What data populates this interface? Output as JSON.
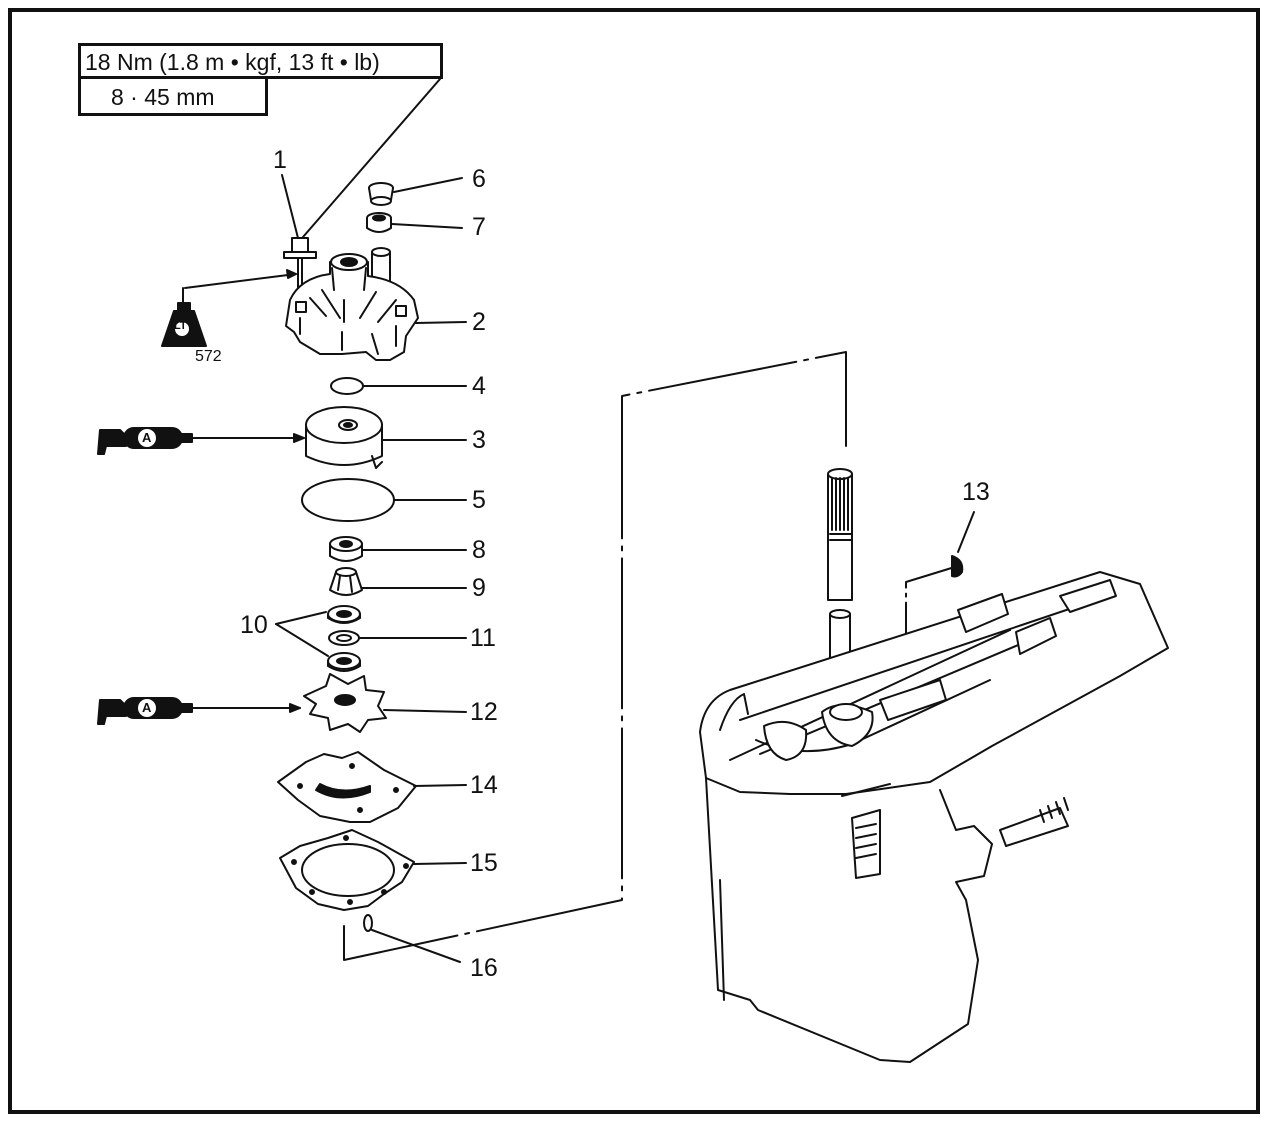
{
  "spec": {
    "torque": "18 Nm (1.8 m • kgf, 13 ft • lb)",
    "bolt": "8 ·  45 mm"
  },
  "sealant": {
    "symbol": "LT",
    "code": "572"
  },
  "grease": {
    "symbol": "A"
  },
  "callouts": {
    "c1": "1",
    "c2": "2",
    "c3": "3",
    "c4": "4",
    "c5": "5",
    "c6": "6",
    "c7": "7",
    "c8": "8",
    "c9": "9",
    "c10": "10",
    "c11": "11",
    "c12": "12",
    "c13": "13",
    "c14": "14",
    "c15": "15",
    "c16": "16"
  }
}
